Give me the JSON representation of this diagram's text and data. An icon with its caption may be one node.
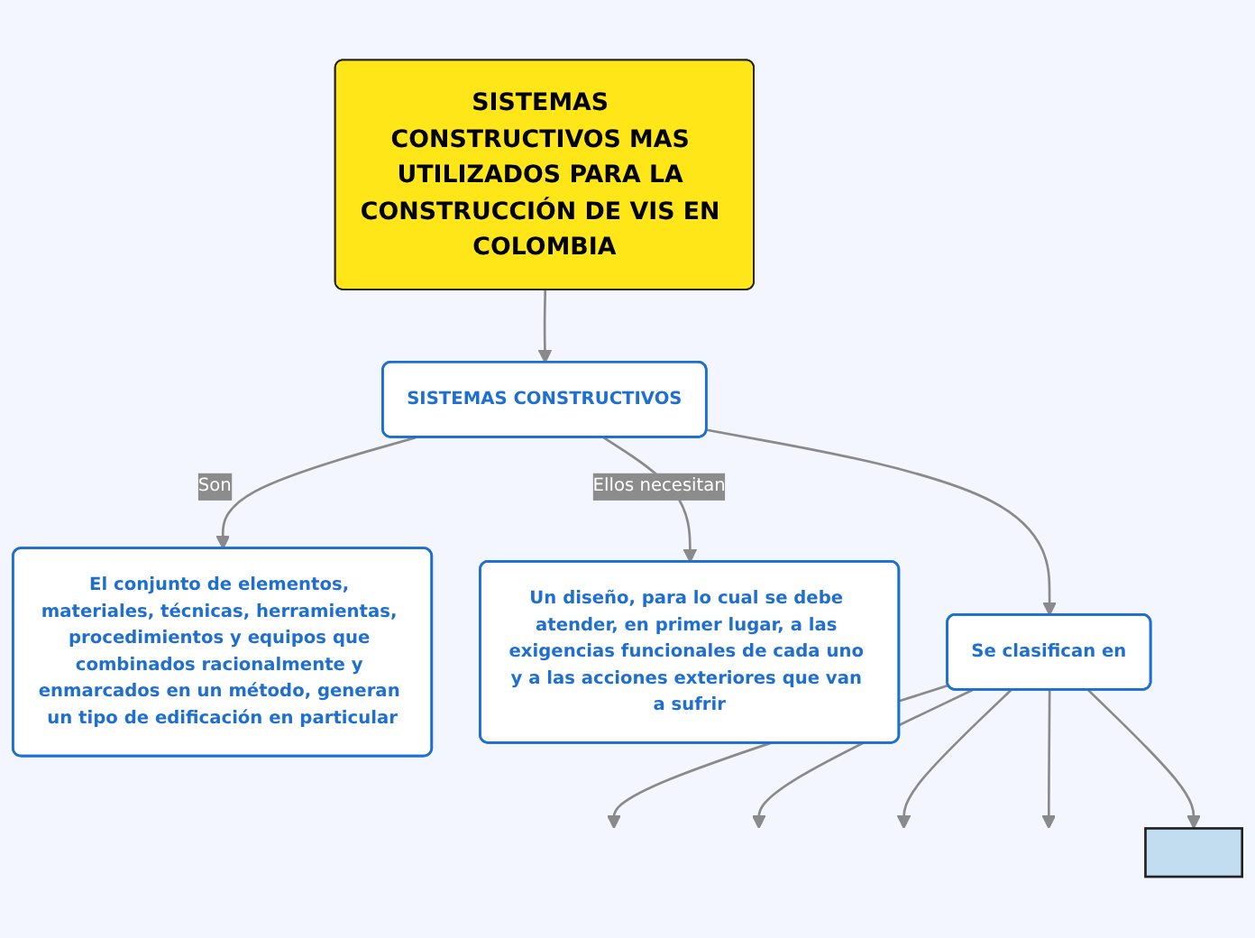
{
  "diagram": {
    "nodes": [
      {
        "text": [
          "SISTEMAS CONSTRUCTIVOS MAS UTILIZADOS PARA LA CONSTRUCCIÓN DE VIS EN COLOMBIA"
        ]
      },
      {
        "text": [
          "SISTEMAS CONSTRUCTIVOS"
        ]
      },
      {
        "text": [
          "El conjunto de elementos, materiales, técnicas, herramientas, procedimientos y equipos que combinados racionalmente y enmarcados en un método, generan un tipo de edificación en particular"
        ]
      },
      {
        "text": [
          "Un diseño, para lo cual se debe atender, en primer lugar, a las exigencias funcionales de cada uno y a las acciones exteriores que van a sufrir"
        ]
      },
      {
        "text": [
          "Se clasifican en"
        ]
      },
      {
        "text": [],
        "shape": "box"
      }
    ],
    "edges": [
      {
        "from": 0,
        "to": 1,
        "arrow": "to"
      },
      {
        "from": 1,
        "to": 2,
        "label": "Son",
        "arrow": "to"
      },
      {
        "from": 1,
        "to": 3,
        "label": "Ellos necesitan",
        "arrow": "to"
      },
      {
        "from": 1,
        "to": 4,
        "arrow": "to"
      },
      {
        "from": 4,
        "to": null,
        "arrow": "to"
      },
      {
        "from": 4,
        "to": null,
        "arrow": "to"
      },
      {
        "from": 4,
        "to": null,
        "arrow": "to"
      },
      {
        "from": 4,
        "to": null,
        "arrow": "to"
      },
      {
        "from": 4,
        "to": 5,
        "arrow": "to"
      }
    ]
  }
}
